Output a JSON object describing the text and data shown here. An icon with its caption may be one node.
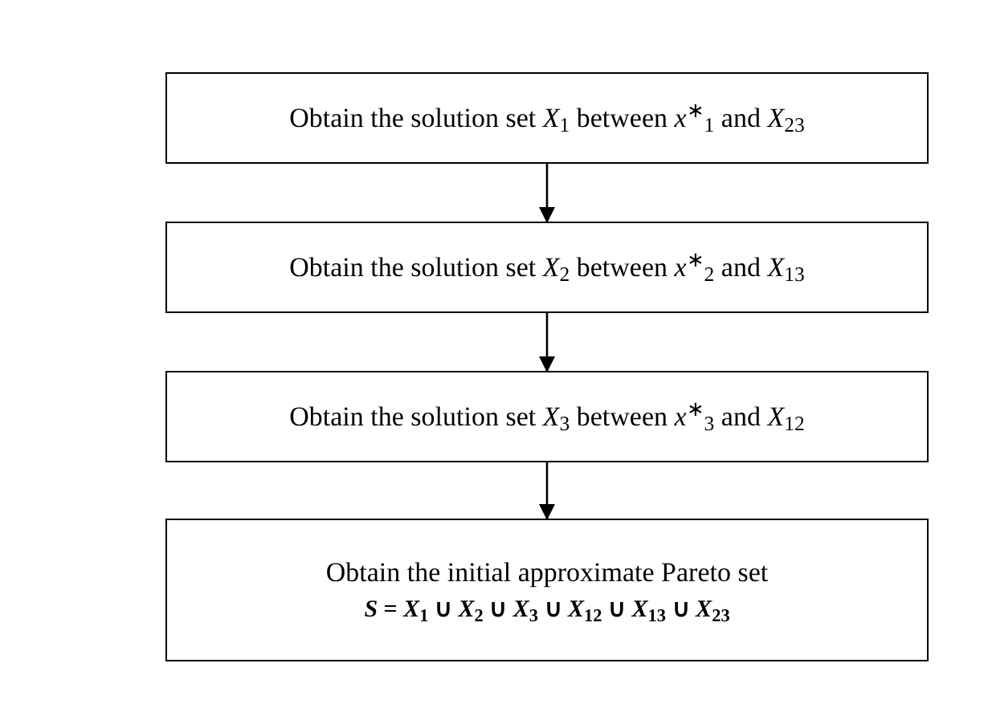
{
  "diagram": {
    "nodes": [
      {
        "text": [
          "Obtain the solution set *X*$_{1}$ between *x*$^{∗}$$_{1}$ and *X*$_{23}$"
        ]
      },
      {
        "text": [
          "Obtain the solution set *X*$_{2}$ between *x*$^{∗}$$_{2}$ and *X*$_{13}$"
        ]
      },
      {
        "text": [
          "Obtain the solution set *X*$_{3}$ between *x*$^{∗}$$_{3}$ and *X*$_{12}$"
        ]
      },
      {
        "text": [
          "Obtain the initial approximate Pareto set",
          "*S* = *X*$_{1}$ ∪ *X*$_{2}$ ∪ *X*$_{3}$ ∪ *X*$_{12}$ ∪ *X*$_{13}$ ∪ *X*$_{23}$"
        ]
      }
    ],
    "edges": [
      {
        "from": 0,
        "to": 1,
        "arrow": "to"
      },
      {
        "from": 1,
        "to": 2,
        "arrow": "to"
      },
      {
        "from": 2,
        "to": 3,
        "arrow": "to"
      }
    ]
  }
}
